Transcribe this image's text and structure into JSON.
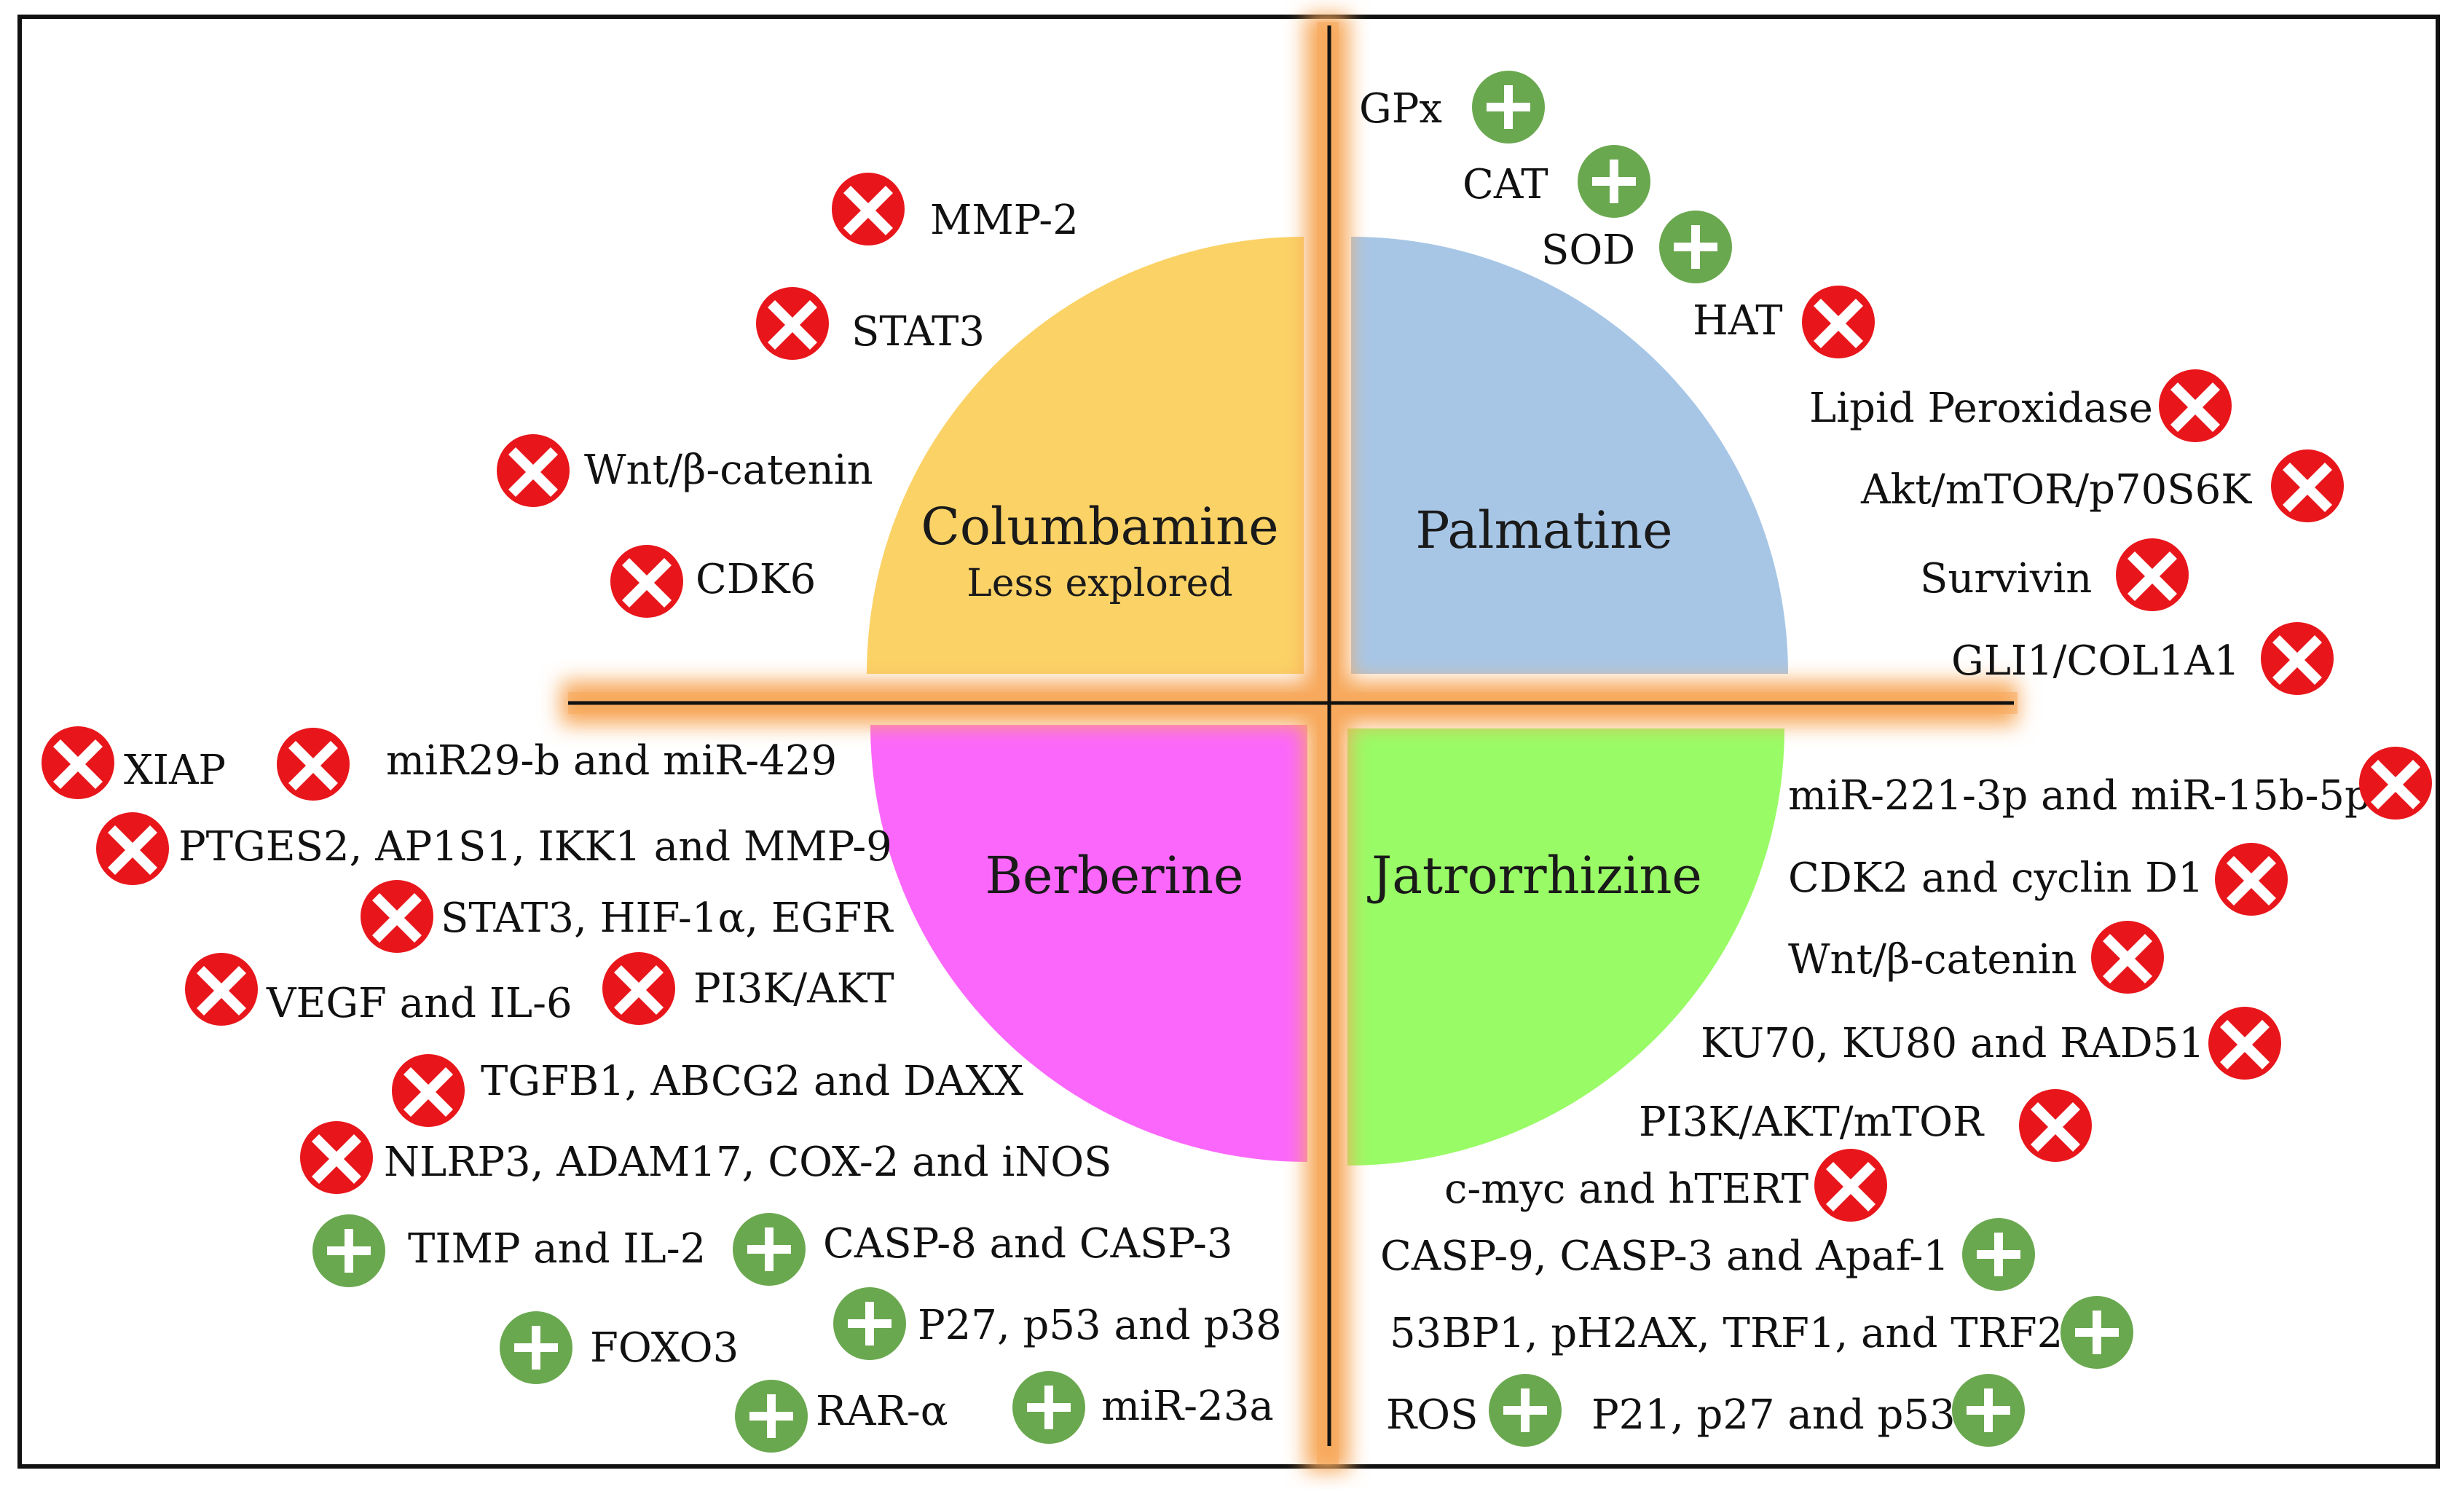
{
  "colors": {
    "columbamine": "#fbd266",
    "palmatine": "#a7c6e6",
    "berberine": "#fb67fb",
    "jatrorrhizine": "#99fb66",
    "glow": "#f7a95c",
    "inhibit": "#e8161b",
    "activate": "#6aa84f"
  },
  "quadrants": {
    "columbamine": {
      "title": "Columbamine",
      "subtitle": "Less explored"
    },
    "palmatine": {
      "title": "Palmatine"
    },
    "berberine": {
      "title": "Berberine"
    },
    "jatrorrhizine": {
      "title": "Jatrorrhizine"
    }
  },
  "icons": {
    "inhibit": "x-inhibit-icon",
    "activate": "plus-activate-icon"
  },
  "columbamine_targets": [
    {
      "label": "MMP-2",
      "effect": "inhibit"
    },
    {
      "label": "STAT3",
      "effect": "inhibit"
    },
    {
      "label": "Wnt/β-catenin",
      "effect": "inhibit"
    },
    {
      "label": "CDK6",
      "effect": "inhibit"
    }
  ],
  "palmatine_targets": [
    {
      "label": "GPx",
      "effect": "activate"
    },
    {
      "label": "CAT",
      "effect": "activate"
    },
    {
      "label": "SOD",
      "effect": "activate"
    },
    {
      "label": "HAT",
      "effect": "inhibit"
    },
    {
      "label": "Lipid Peroxidase",
      "effect": "inhibit"
    },
    {
      "label": "Akt/mTOR/p70S6K",
      "effect": "inhibit"
    },
    {
      "label": "Survivin",
      "effect": "inhibit"
    },
    {
      "label": "GLI1/COL1A1",
      "effect": "inhibit"
    }
  ],
  "berberine_targets": [
    {
      "label": "XIAP",
      "effect": "inhibit"
    },
    {
      "label": "miR29-b and miR-429",
      "effect": "inhibit"
    },
    {
      "label": "PTGES2, AP1S1, IKK1 and MMP-9",
      "effect": "inhibit"
    },
    {
      "label": "STAT3, HIF-1α, EGFR",
      "effect": "inhibit"
    },
    {
      "label": "VEGF and IL-6",
      "effect": "inhibit"
    },
    {
      "label": "PI3K/AKT",
      "effect": "inhibit"
    },
    {
      "label": "TGFB1, ABCG2 and DAXX",
      "effect": "inhibit"
    },
    {
      "label": "NLRP3, ADAM17, COX-2 and iNOS",
      "effect": "inhibit"
    },
    {
      "label": "TIMP and IL-2",
      "effect": "activate"
    },
    {
      "label": "CASP-8 and CASP-3",
      "effect": "activate"
    },
    {
      "label": "FOXO3",
      "effect": "activate"
    },
    {
      "label": "P27, p53 and p38",
      "effect": "activate"
    },
    {
      "label": "RAR-α",
      "effect": "activate"
    },
    {
      "label": "miR-23a",
      "effect": "activate"
    }
  ],
  "jatrorrhizine_targets": [
    {
      "label": "miR-221-3p and miR-15b-5p",
      "effect": "inhibit"
    },
    {
      "label": "CDK2 and cyclin D1",
      "effect": "inhibit"
    },
    {
      "label": "Wnt/β-catenin",
      "effect": "inhibit"
    },
    {
      "label": "KU70, KU80 and RAD51",
      "effect": "inhibit"
    },
    {
      "label": "PI3K/AKT/mTOR",
      "effect": "inhibit"
    },
    {
      "label": "c-myc and hTERT",
      "effect": "inhibit"
    },
    {
      "label": "CASP-9, CASP-3 and Apaf-1",
      "effect": "activate"
    },
    {
      "label": "53BP1, pH2AX, TRF1, and TRF2",
      "effect": "activate"
    },
    {
      "label": "ROS",
      "effect": "activate"
    },
    {
      "label": "P21, p27 and p53",
      "effect": "activate"
    }
  ]
}
